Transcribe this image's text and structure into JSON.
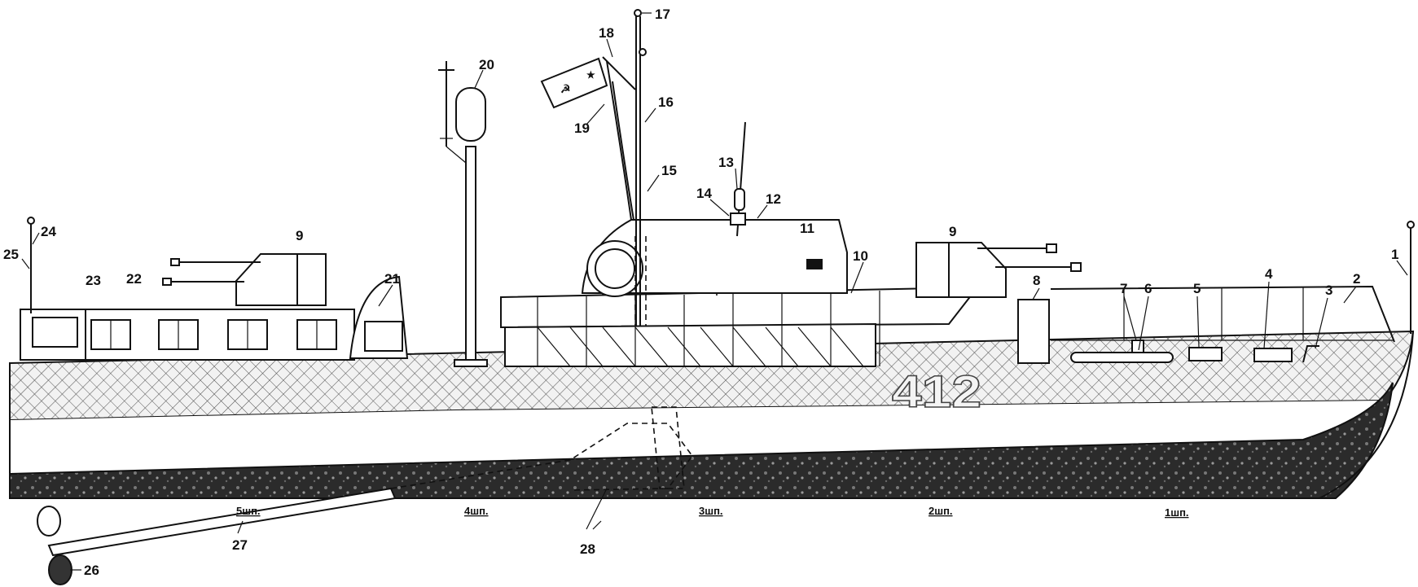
{
  "figure": {
    "hull_number": "412",
    "callouts": [
      "1",
      "2",
      "3",
      "4",
      "5",
      "6",
      "7",
      "8",
      "9",
      "9",
      "10",
      "11",
      "12",
      "13",
      "14",
      "15",
      "16",
      "17",
      "18",
      "19",
      "20",
      "21",
      "22",
      "23",
      "24",
      "25",
      "26",
      "27",
      "28"
    ],
    "stations": [
      "5шп.",
      "4шп.",
      "3шп.",
      "2шп.",
      "1шп."
    ]
  },
  "colors": {
    "ink": "#111111",
    "camo": "#c8c8c8",
    "dark_hull": "#2a2a2a",
    "paper": "#ffffff"
  }
}
